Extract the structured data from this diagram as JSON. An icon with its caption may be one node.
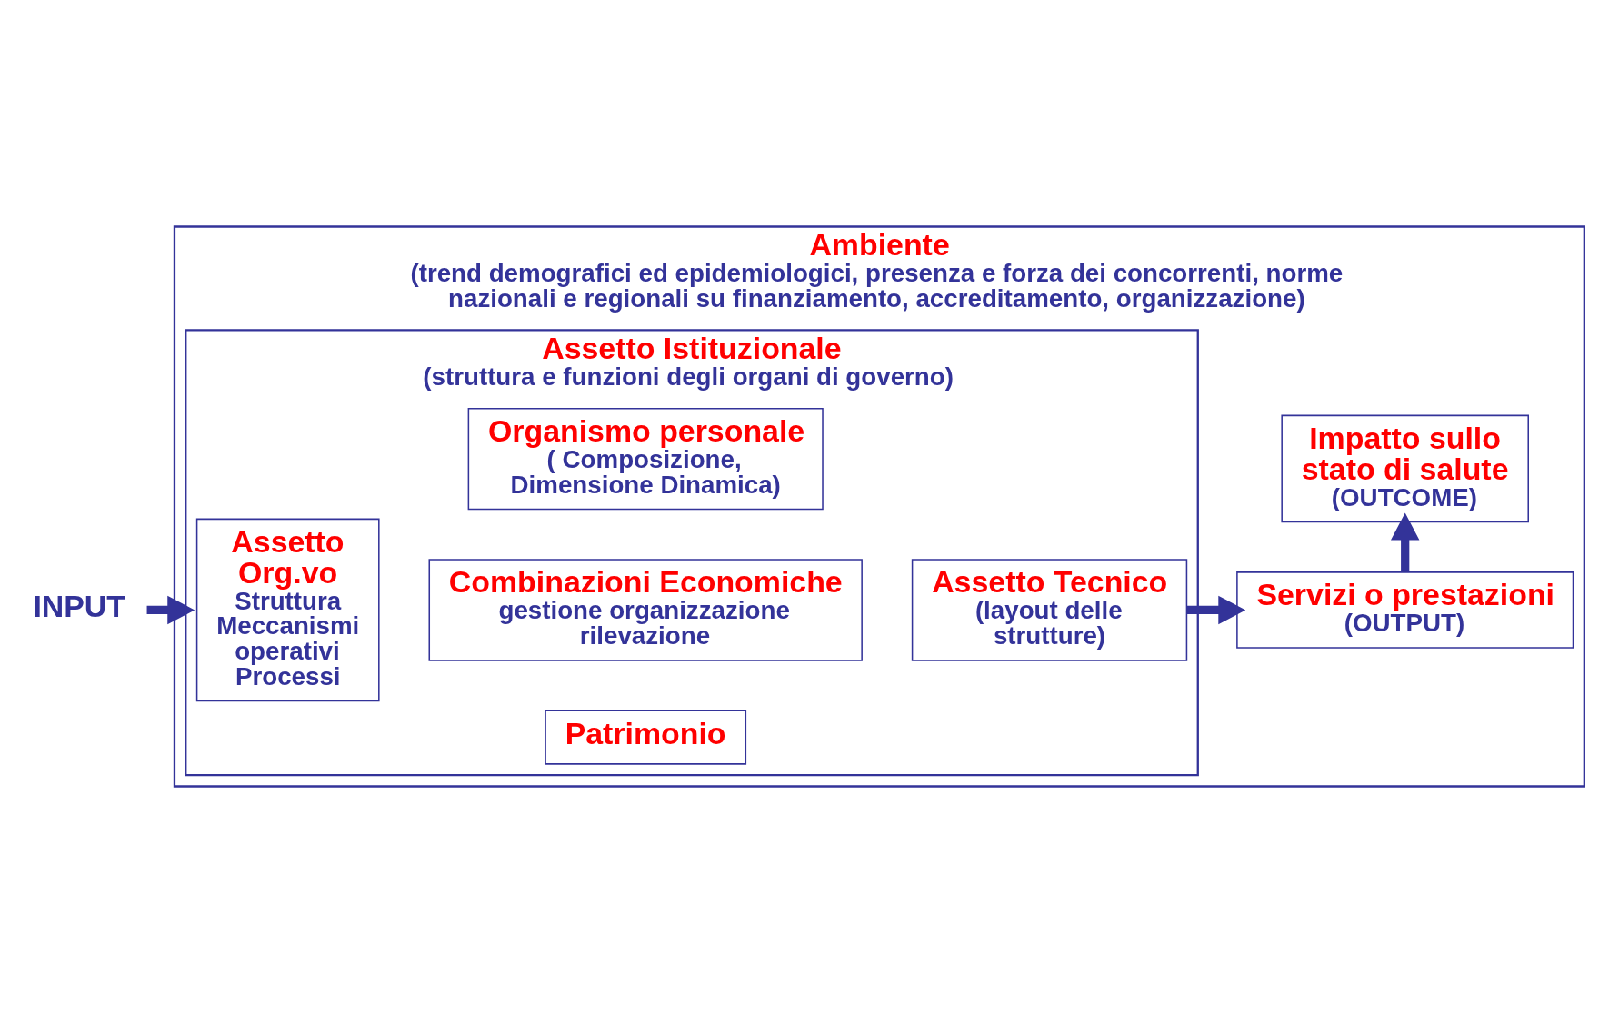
{
  "diagram": {
    "nodes": [
      {
        "text": [
          "Ambiente",
          "(trend demografici ed epidemiologici, presenza e forza dei concorrenti, norme nazionali e regionali su finanziamento, accreditamento, organizzazione)"
        ]
      },
      {
        "text": [
          "Assetto Istituzionale",
          "(struttura e funzioni degli organi di governo)"
        ],
        "in": 0
      },
      {
        "text": [
          "Organismo personale",
          "( Composizione,  Dimensione Dinamica)"
        ],
        "in": 1
      },
      {
        "text": [
          "Assetto Org.vo",
          "Struttura Meccanismi operativi Processi"
        ],
        "in": 1
      },
      {
        "text": [
          "Combinazioni Economiche",
          "gestione organizzazione rilevazione"
        ],
        "in": 1
      },
      {
        "text": [
          "Assetto Tecnico",
          "(layout delle strutture)"
        ],
        "in": 1
      },
      {
        "text": [
          "Patrimonio"
        ],
        "in": 1
      },
      {
        "text": [
          "INPUT"
        ]
      },
      {
        "text": [
          "Servizi o prestazioni",
          "(OUTPUT)"
        ],
        "in": 0
      },
      {
        "text": [
          "Impatto sullo stato di salute",
          "(OUTCOME)"
        ],
        "in": 0
      }
    ],
    "edges": [
      {
        "from": 7,
        "to": 1,
        "arrow": "to"
      },
      {
        "from": 5,
        "to": 8,
        "arrow": "to"
      },
      {
        "from": 8,
        "to": 9,
        "arrow": "to"
      }
    ]
  }
}
